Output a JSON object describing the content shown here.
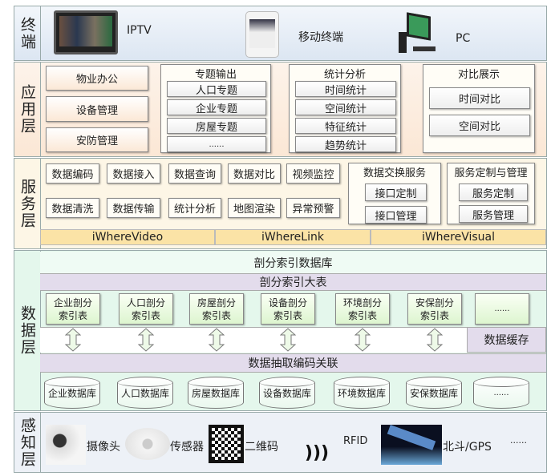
{
  "layers": {
    "terminal": "终端",
    "application": "应用层",
    "service": "服务层",
    "data": "数据层",
    "sensing": "感知层"
  },
  "terminal": {
    "items": [
      {
        "label": "IPTV",
        "icon": "tv-icon"
      },
      {
        "label": "移动终端",
        "icon": "phone-icon"
      },
      {
        "label": "PC",
        "icon": "pc-icon"
      }
    ]
  },
  "application": {
    "left": [
      "物业办公",
      "设备管理",
      "安防管理"
    ],
    "panels": [
      {
        "title": "专题输出",
        "items": [
          "人口专题",
          "企业专题",
          "房屋专题",
          "......"
        ]
      },
      {
        "title": "统计分析",
        "items": [
          "时间统计",
          "空间统计",
          "特征统计",
          "趋势统计"
        ]
      },
      {
        "title": "对比展示",
        "items": [
          "时间对比",
          "空间对比"
        ]
      }
    ]
  },
  "service": {
    "row1": [
      "数据编码",
      "数据接入",
      "数据查询",
      "数据对比",
      "视频监控"
    ],
    "row2": [
      "数据清洗",
      "数据传输",
      "统计分析",
      "地图渲染",
      "异常预警"
    ],
    "exchange": {
      "title": "数据交换服务",
      "items": [
        "接口定制",
        "接口管理"
      ]
    },
    "custom": {
      "title": "服务定制与管理",
      "items": [
        "服务定制",
        "服务管理"
      ]
    },
    "platforms": [
      "iWhereVideo",
      "iWhereLink",
      "iWhereVisual"
    ]
  },
  "data": {
    "db": "剖分索引数据库",
    "bigtable": "剖分索引大表",
    "index_tables": [
      [
        "企业剖分",
        "索引表"
      ],
      [
        "人口剖分",
        "索引表"
      ],
      [
        "房屋剖分",
        "索引表"
      ],
      [
        "设备剖分",
        "索引表"
      ],
      [
        "环境剖分",
        "索引表"
      ],
      [
        "安保剖分",
        "索引表"
      ],
      [
        "......",
        ""
      ]
    ],
    "cache": "数据缓存",
    "extract": "数据抽取编码关联",
    "databases": [
      "企业数据库",
      "人口数据库",
      "房屋数据库",
      "设备数据库",
      "环境数据库",
      "安保数据库",
      "......"
    ]
  },
  "sensing": {
    "items": [
      "摄像头",
      "传感器",
      "二维码",
      "RFID",
      "北斗/GPS",
      "......"
    ],
    "rfid_logo": "RFID"
  },
  "colors": {
    "terminal": "#e3ebf5",
    "application": "#fdf0e3",
    "service": "#fdf6e6",
    "data": "#e4f7ec",
    "sensing": "#edf1f7",
    "platform": "#fbe3a6",
    "lavender": "#e3dcec"
  }
}
